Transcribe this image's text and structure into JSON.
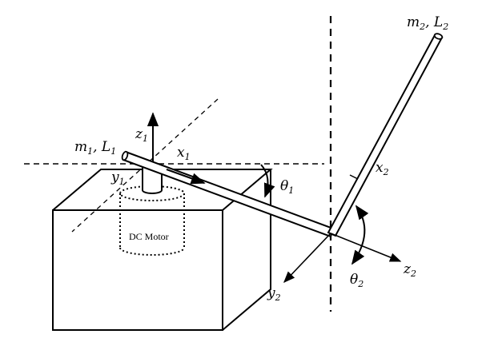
{
  "labels": {
    "m2": "m",
    "m2_sub": "2",
    "L2": ", L",
    "L2_sub": "2",
    "m1": "m",
    "m1_sub": "1",
    "L1": ", L",
    "L1_sub": "1",
    "z1": "z",
    "z1_sub": "1",
    "x1": "x",
    "x1_sub": "1",
    "y1": "y",
    "y1_sub": "1",
    "x2": "x",
    "x2_sub": "2",
    "y2": "y",
    "y2_sub": "2",
    "z2": "z",
    "z2_sub": "2",
    "theta1": "θ",
    "theta1_sub": "1",
    "theta2": "θ",
    "theta2_sub": "2",
    "motor": "DC Motor"
  }
}
